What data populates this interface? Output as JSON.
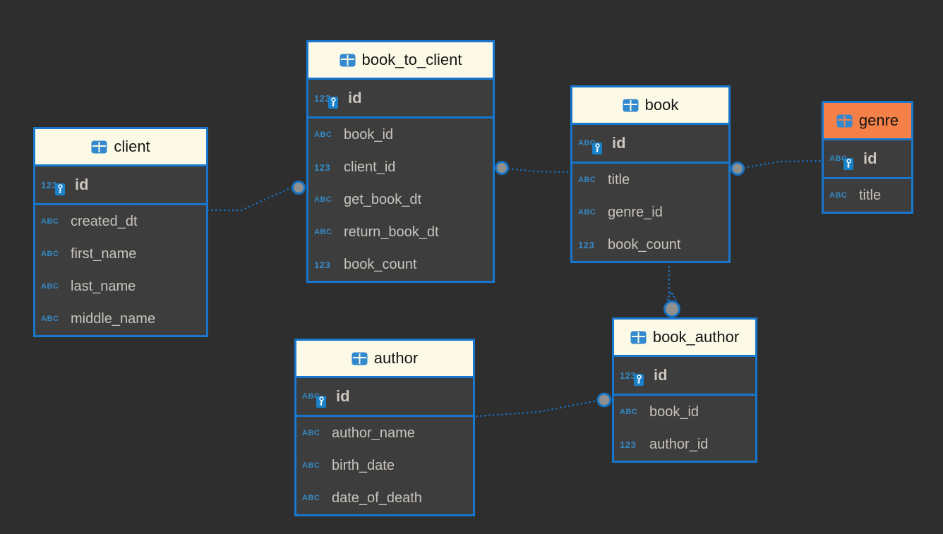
{
  "diagram": {
    "type": "entity-relationship",
    "colors": {
      "background": "#2e2e2e",
      "table_body": "#3d3d3d",
      "table_border": "#1777cf",
      "header_background": "#fcfae6",
      "selected_header_background": "#f58048",
      "relation_line": "#1a6fc0",
      "endpoint_fill": "#909090",
      "type_icon_blue": "#3589c4",
      "column_text": "#c8c3bc",
      "header_text": "#141414"
    },
    "icons": {
      "table_icon": "table-grid",
      "primary_key_icon": "key",
      "text_type_label": "ABC",
      "numeric_type_label": "123"
    },
    "tables": [
      {
        "name": "client",
        "selected": false,
        "primary_key": {
          "name": "id",
          "type_label": "123"
        },
        "columns": [
          {
            "name": "created_dt",
            "type_label": "ABC"
          },
          {
            "name": "first_name",
            "type_label": "ABC"
          },
          {
            "name": "last_name",
            "type_label": "ABC"
          },
          {
            "name": "middle_name",
            "type_label": "ABC"
          }
        ]
      },
      {
        "name": "book_to_client",
        "selected": false,
        "primary_key": {
          "name": "id",
          "type_label": "123"
        },
        "columns": [
          {
            "name": "book_id",
            "type_label": "ABC"
          },
          {
            "name": "client_id",
            "type_label": "123"
          },
          {
            "name": "get_book_dt",
            "type_label": "ABC"
          },
          {
            "name": "return_book_dt",
            "type_label": "ABC"
          },
          {
            "name": "book_count",
            "type_label": "123"
          }
        ]
      },
      {
        "name": "book",
        "selected": false,
        "primary_key": {
          "name": "id",
          "type_label": "ABC"
        },
        "columns": [
          {
            "name": "title",
            "type_label": "ABC"
          },
          {
            "name": "genre_id",
            "type_label": "ABC"
          },
          {
            "name": "book_count",
            "type_label": "123"
          }
        ]
      },
      {
        "name": "genre",
        "selected": true,
        "primary_key": {
          "name": "id",
          "type_label": "ABC"
        },
        "columns": [
          {
            "name": "title",
            "type_label": "ABC"
          }
        ]
      },
      {
        "name": "author",
        "selected": false,
        "primary_key": {
          "name": "id",
          "type_label": "ABC"
        },
        "columns": [
          {
            "name": "author_name",
            "type_label": "ABC"
          },
          {
            "name": "birth_date",
            "type_label": "ABC"
          },
          {
            "name": "date_of_death",
            "type_label": "ABC"
          }
        ]
      },
      {
        "name": "book_author",
        "selected": false,
        "primary_key": {
          "name": "id",
          "type_label": "123"
        },
        "columns": [
          {
            "name": "book_id",
            "type_label": "ABC"
          },
          {
            "name": "author_id",
            "type_label": "123"
          }
        ]
      }
    ],
    "relations": [
      {
        "from": "client",
        "to": "book_to_client"
      },
      {
        "from": "book_to_client",
        "to": "book"
      },
      {
        "from": "book",
        "to": "genre"
      },
      {
        "from": "book",
        "to": "book_author"
      },
      {
        "from": "author",
        "to": "book_author"
      }
    ]
  }
}
